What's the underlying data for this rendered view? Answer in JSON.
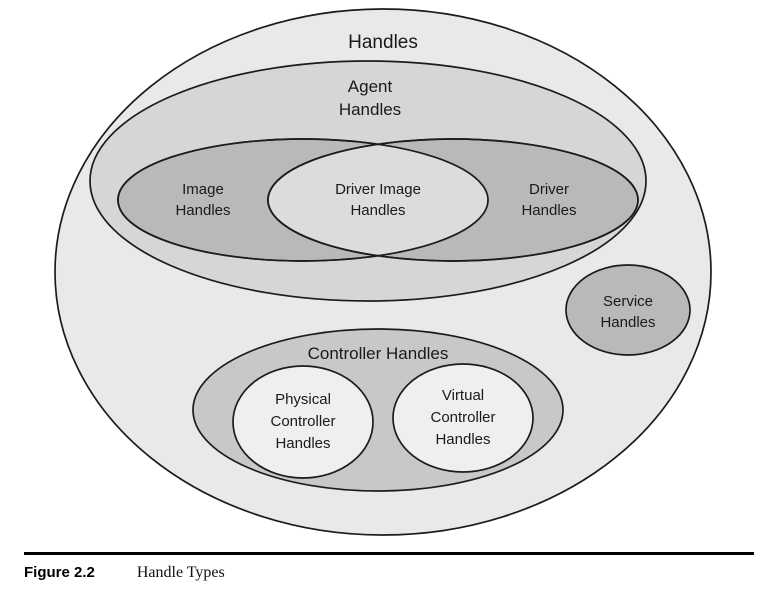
{
  "figure": {
    "caption_label": "Figure 2.2",
    "caption_title": "Handle Types"
  },
  "diagram": {
    "handles": "Handles",
    "agent": {
      "line1": "Agent",
      "line2": "Handles"
    },
    "image": {
      "line1": "Image",
      "line2": "Handles"
    },
    "driver_image": {
      "line1": "Driver Image",
      "line2": "Handles"
    },
    "driver": {
      "line1": "Driver",
      "line2": "Handles"
    },
    "service": {
      "line1": "Service",
      "line2": "Handles"
    },
    "controller": "Controller Handles",
    "physical": {
      "line1": "Physical",
      "line2": "Controller",
      "line3": "Handles"
    },
    "virtual": {
      "line1": "Virtual",
      "line2": "Controller",
      "line3": "Handles"
    }
  },
  "colors": {
    "outer_fill": "#e9e9e9",
    "agent_fill": "#d6d6d6",
    "set_fill": "#b9b9b9",
    "intersection_fill": "#dcdcdc",
    "service_fill": "#b9b9b9",
    "controller_fill": "#c8c8c8",
    "sub_fill": "#efefef",
    "text": "#1a1a1a"
  }
}
